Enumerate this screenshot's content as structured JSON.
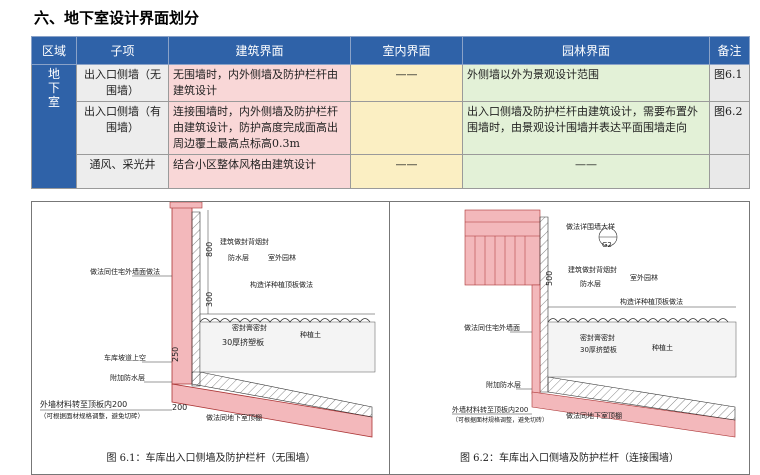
{
  "heading": "六、地下室设计界面划分",
  "table": {
    "headers": [
      "区域",
      "子项",
      "建筑界面",
      "室内界面",
      "园林界面",
      "备注"
    ],
    "area_label": "地下室",
    "rows": [
      {
        "sub": "出入口侧墙（无围墙）",
        "arch": "无围墙时，内外侧墙及防护栏杆由建筑设计",
        "indoor": "——",
        "garden": "外侧墙以外为景观设计范围",
        "note": "图6.1"
      },
      {
        "sub": "出入口侧墙（有围墙）",
        "arch": "连接围墙时，内外侧墙及防护栏杆由建筑设计，防护高度完成面高出周边覆土最高点标高0.3m",
        "indoor": "",
        "garden": "出入口侧墙及防护栏杆由建筑设计，需要布置外围墙时，由景观设计围墙并表达平面围墙走向",
        "note": "图6.2"
      },
      {
        "sub": "通风、采光井",
        "arch": "结合小区整体风格由建筑设计",
        "indoor": "——",
        "garden": "——",
        "note": ""
      }
    ]
  },
  "figure1": {
    "caption": "图 6.1：车库出入口侧墙及防护栏杆（无围墙）",
    "labels": {
      "seal": "建筑做封背烟封",
      "waterproof": "防水层",
      "garden": "室外园林",
      "structure": "构造详种植顶板做法",
      "sidewall": "做法同住宅外墙面做法",
      "dim_top": "800",
      "dim_mid": "300",
      "seal2": "密封膏密封",
      "board": "30厚挤塑板",
      "soil": "种植土",
      "ramp": "车库坡道上空",
      "extra_wp": "附加防水层",
      "finish": "外墙材料转至顶板内200",
      "finish_note": "（可根据面材规格调整，避免切砖）",
      "dim_200": "200",
      "dim_250": "250",
      "roof": "做法同地下室顶棚"
    }
  },
  "figure2": {
    "caption": "图 6.2：车库出入口侧墙及防护栏杆（连接围墙）",
    "labels": {
      "wall_ref": "做法详围墙大样",
      "tag": "G2",
      "seal": "建筑做封背烟封",
      "waterproof": "防水层",
      "garden": "室外园林",
      "structure": "构造详种植顶板做法",
      "sidewall": "做法同住宅外墙面",
      "dim_top": "500",
      "seal2": "密封膏密封",
      "board": "30厚挤塑板",
      "soil": "种植土",
      "extra_wp": "附加防水层",
      "finish": "外墙材料转至顶板内200",
      "finish_note": "（可根据面材规格调整，避免切砖）",
      "roof": "做法同地下室顶棚"
    }
  },
  "colors": {
    "header_blue": "#2f62a8",
    "arch_pink": "#f9d7d7",
    "indoor_yellow": "#fbefc3",
    "garden_green": "#e3f1d7",
    "wall_pink": "#f3b8bb"
  }
}
